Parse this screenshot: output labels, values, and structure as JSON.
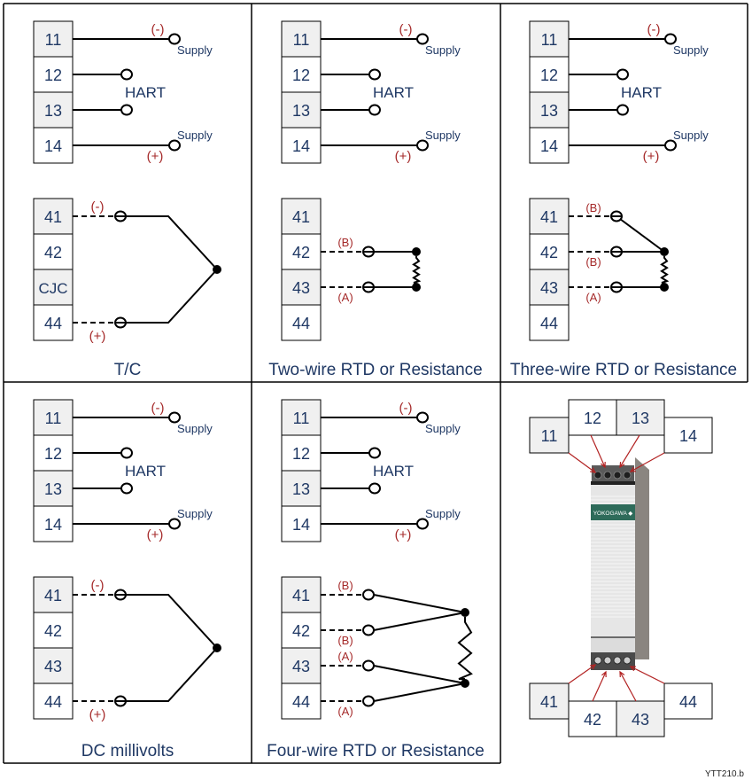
{
  "colors": {
    "label_text": "#1f3864",
    "polarity_text": "#a52a2a",
    "terminal_shaded": "#f0f0f0",
    "terminal_plain": "#ffffff",
    "arrow": "#b22222",
    "module_body": "#e6e6e6",
    "module_side": "#8a8580",
    "module_badge": "#2e6b5a"
  },
  "supply_block": {
    "terminals": [
      "11",
      "12",
      "13",
      "14"
    ],
    "supply_label": "Supply",
    "hart_label": "HART",
    "minus": "(-)",
    "plus": "(+)"
  },
  "panels": [
    {
      "id": "tc",
      "title": "T/C",
      "input_terminals": [
        "41",
        "42",
        "CJC",
        "44"
      ],
      "labels": {
        "top": "(-)",
        "bottom": "(+)"
      }
    },
    {
      "id": "two-wire",
      "title": "Two-wire RTD or Resistance",
      "input_terminals": [
        "41",
        "42",
        "43",
        "44"
      ],
      "labels": {
        "b": "(B)",
        "a": "(A)"
      }
    },
    {
      "id": "three-wire",
      "title": "Three-wire RTD or Resistance",
      "input_terminals": [
        "41",
        "42",
        "43",
        "44"
      ],
      "labels": {
        "b1": "(B)",
        "b2": "(B)",
        "a": "(A)"
      }
    },
    {
      "id": "dc-mv",
      "title": "DC millivolts",
      "input_terminals": [
        "41",
        "42",
        "43",
        "44"
      ],
      "labels": {
        "top": "(-)",
        "bottom": "(+)"
      }
    },
    {
      "id": "four-wire",
      "title": "Four-wire RTD or Resistance",
      "input_terminals": [
        "41",
        "42",
        "43",
        "44"
      ],
      "labels": {
        "b1": "(B)",
        "b2": "(B)",
        "a1": "(A)",
        "a2": "(A)"
      }
    }
  ],
  "module": {
    "brand": "YOKOGAWA ◆",
    "top_terminals": [
      "11",
      "12",
      "13",
      "14"
    ],
    "bottom_terminals": [
      "41",
      "42",
      "43",
      "44"
    ]
  },
  "reference": "YTT210.b"
}
